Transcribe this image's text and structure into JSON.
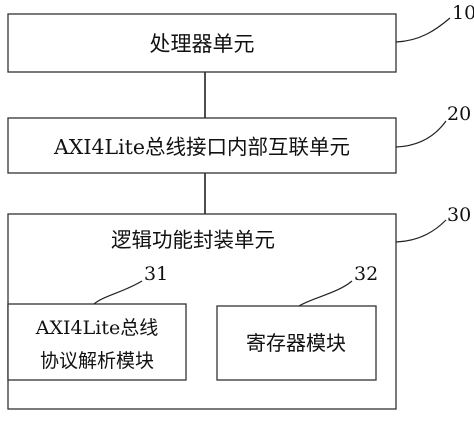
{
  "diagram": {
    "processor_unit": {
      "label": "处理器单元",
      "ref": "10"
    },
    "axi_interconnect_unit": {
      "label": "AXI4Lite总线接口内部互联单元",
      "ref": "20"
    },
    "logic_wrapper_unit": {
      "label": "逻辑功能封装单元",
      "ref": "30"
    },
    "protocol_parser_module": {
      "label_line1": "AXI4Lite总线",
      "label_line2": "协议解析模块",
      "ref": "31"
    },
    "register_module": {
      "label": "寄存器模块",
      "ref": "32"
    }
  }
}
